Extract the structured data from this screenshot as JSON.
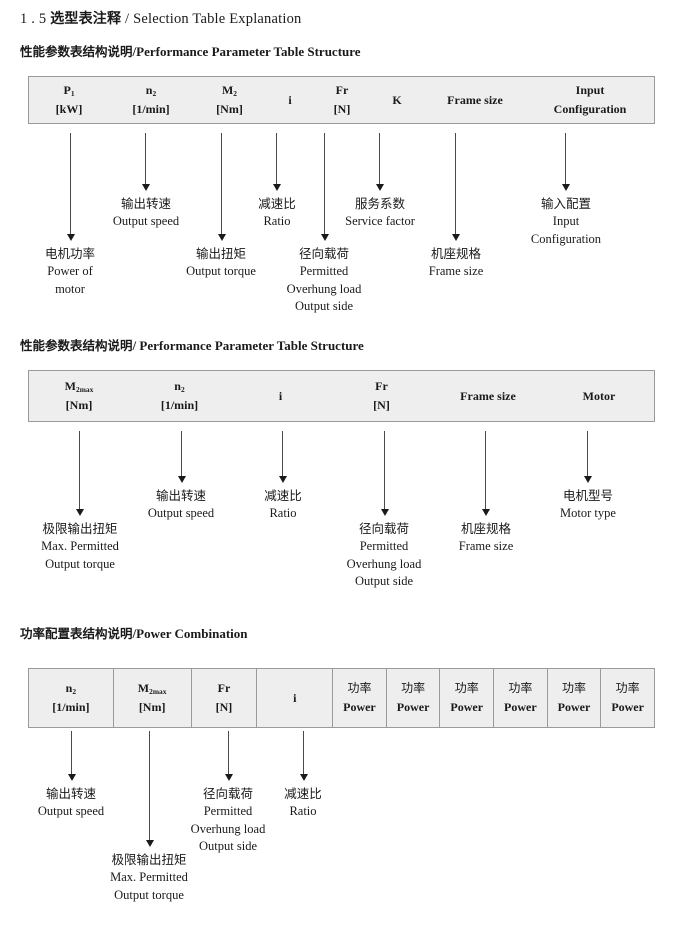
{
  "document": {
    "title_number": "1 . 5",
    "title_cn": "选型表注释",
    "title_sep": "/",
    "title_en": "Selection Table Explanation"
  },
  "sections": [
    {
      "heading_cn": "性能参数表结构说明",
      "heading_sep": "/",
      "heading_en": "Performance Parameter Table Structure",
      "table": {
        "divided": false,
        "columns": [
          {
            "symbol": "P",
            "sub": "1",
            "unit": "[kW]"
          },
          {
            "symbol": "n",
            "sub": "2",
            "unit": "[1/min]"
          },
          {
            "symbol": "M",
            "sub": "2",
            "unit": "[Nm]"
          },
          {
            "symbol": "i",
            "sub": "",
            "unit": ""
          },
          {
            "symbol": "Fr",
            "sub": "",
            "unit": "[N]"
          },
          {
            "symbol": "K",
            "sub": "",
            "unit": ""
          },
          {
            "symbol": "Frame size",
            "sub": "",
            "unit": ""
          },
          {
            "symbol": "Input",
            "sub": "",
            "unit": "Configuration"
          }
        ]
      },
      "annotations": [
        {
          "cn": "电机功率",
          "en": [
            "Power of",
            "motor"
          ]
        },
        {
          "cn": "输出转速",
          "en": [
            "Output speed"
          ]
        },
        {
          "cn": "输出扭矩",
          "en": [
            "Output torque"
          ]
        },
        {
          "cn": "减速比",
          "en": [
            "Ratio"
          ]
        },
        {
          "cn": "径向载荷",
          "en": [
            "Permitted",
            "Overhung load",
            "Output side"
          ]
        },
        {
          "cn": "服务系数",
          "en": [
            "Service factor"
          ]
        },
        {
          "cn": "机座规格",
          "en": [
            "Frame size"
          ]
        },
        {
          "cn": "输入配置",
          "en": [
            "Input",
            "Configuration"
          ]
        }
      ]
    },
    {
      "heading_cn": "性能参数表结构说明",
      "heading_sep": "/",
      "heading_en": "Performance Parameter Table Structure",
      "table": {
        "divided": false,
        "columns": [
          {
            "symbol": "M",
            "sub": "2max",
            "unit": "[Nm]"
          },
          {
            "symbol": "n",
            "sub": "2",
            "unit": "[1/min]"
          },
          {
            "symbol": "i",
            "sub": "",
            "unit": ""
          },
          {
            "symbol": "Fr",
            "sub": "",
            "unit": "[N]"
          },
          {
            "symbol": "Frame size",
            "sub": "",
            "unit": ""
          },
          {
            "symbol": "Motor",
            "sub": "",
            "unit": ""
          }
        ]
      },
      "annotations": [
        {
          "cn": "极限输出扭矩",
          "en": [
            "Max. Permitted",
            "Output  torque"
          ]
        },
        {
          "cn": "输出转速",
          "en": [
            "Output speed"
          ]
        },
        {
          "cn": "减速比",
          "en": [
            "Ratio"
          ]
        },
        {
          "cn": "径向载荷",
          "en": [
            "Permitted",
            "Overhung load",
            "Output side"
          ]
        },
        {
          "cn": "机座规格",
          "en": [
            "Frame size"
          ]
        },
        {
          "cn": "电机型号",
          "en": [
            "Motor type"
          ]
        }
      ]
    },
    {
      "heading_cn": "功率配置表结构说明",
      "heading_sep": "/",
      "heading_en": "Power Combination",
      "table": {
        "divided": true,
        "columns": [
          {
            "symbol": "n",
            "sub": "2",
            "unit": "[1/min]"
          },
          {
            "symbol": "M",
            "sub": "2max",
            "unit": "[Nm]"
          },
          {
            "symbol": "Fr",
            "sub": "",
            "unit": "[N]"
          },
          {
            "symbol": "i",
            "sub": "",
            "unit": ""
          },
          {
            "cn": "功率",
            "symbol": "",
            "sub": "",
            "unit": "Power"
          },
          {
            "cn": "功率",
            "symbol": "",
            "sub": "",
            "unit": "Power"
          },
          {
            "cn": "功率",
            "symbol": "",
            "sub": "",
            "unit": "Power"
          },
          {
            "cn": "功率",
            "symbol": "",
            "sub": "",
            "unit": "Power"
          },
          {
            "cn": "功率",
            "symbol": "",
            "sub": "",
            "unit": "Power"
          },
          {
            "cn": "功率",
            "symbol": "",
            "sub": "",
            "unit": "Power"
          }
        ]
      },
      "annotations": [
        {
          "cn": "输出转速",
          "en": [
            "Output speed"
          ]
        },
        {
          "cn": "极限输出扭矩",
          "en": [
            "Max. Permitted",
            "Output  torque"
          ]
        },
        {
          "cn": "径向载荷",
          "en": [
            "Permitted",
            "Overhung load",
            "Output side"
          ]
        },
        {
          "cn": "减速比",
          "en": [
            "Ratio"
          ]
        }
      ]
    }
  ]
}
